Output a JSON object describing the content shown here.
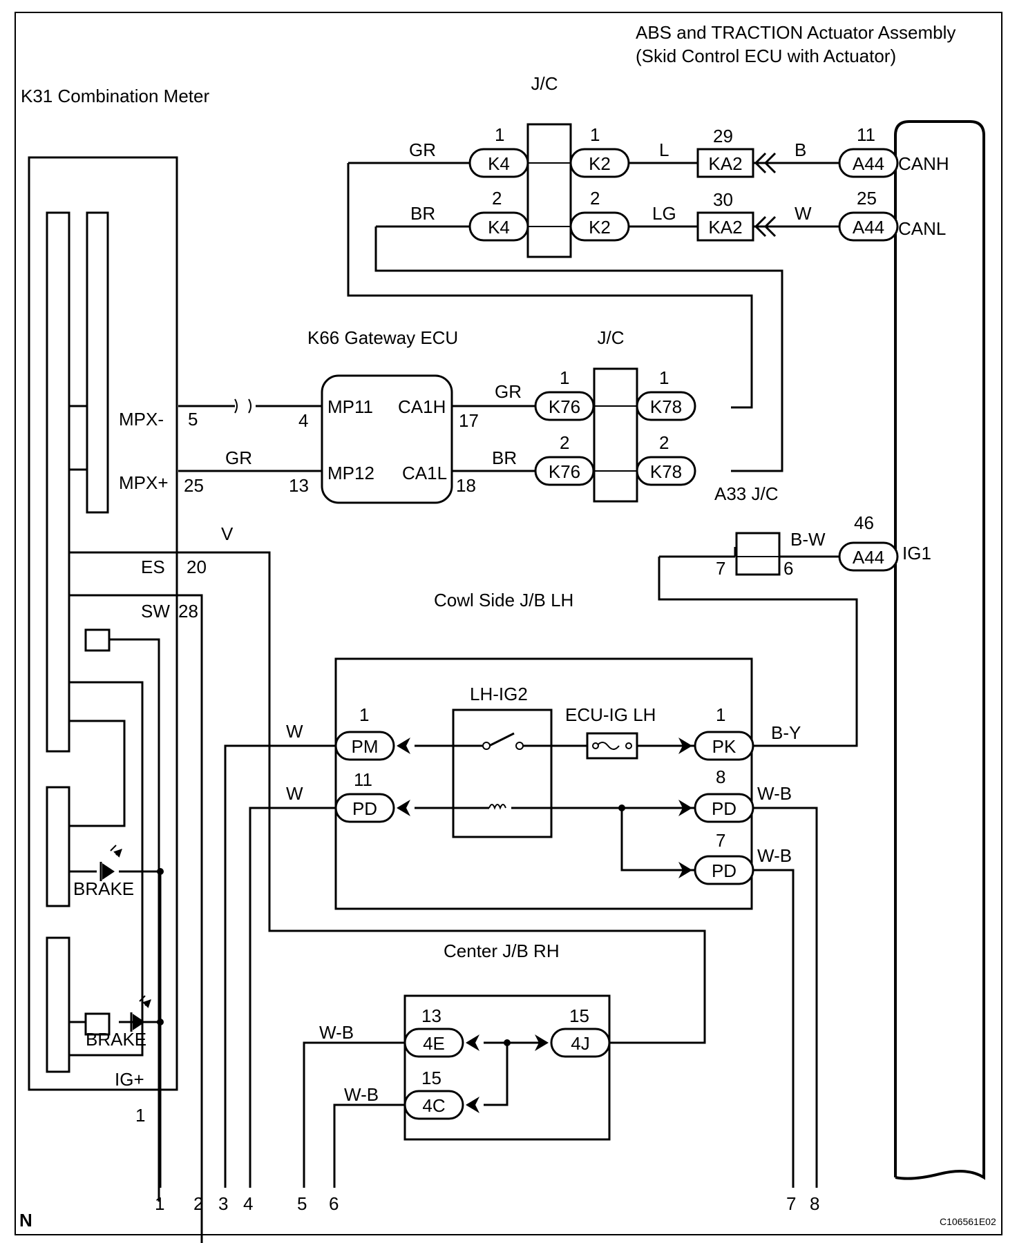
{
  "labels": {
    "abs_title1": "ABS and TRACTION Actuator Assembly",
    "abs_title2": "(Skid Control ECU with Actuator)",
    "k31": "K31 Combination Meter",
    "k66": "K66 Gateway ECU",
    "jc_top": "J/C",
    "jc_mid": "J/C",
    "a33": "A33 J/C",
    "cowl": "Cowl Side J/B LH",
    "center": "Center J/B RH",
    "lh_ig2": "LH-IG2",
    "ecu_ig": "ECU-IG LH",
    "canh": "CANH",
    "canl": "CANL",
    "ig1": "IG1",
    "mp11": "MP11",
    "mp12": "MP12",
    "ca1h": "CA1H",
    "ca1l": "CA1L",
    "mpx_minus": "MPX-",
    "mpx_plus": "MPX+",
    "es": "ES",
    "sw": "SW",
    "igplus": "IG+",
    "brake1": "BRAKE",
    "brake2": "BRAKE",
    "n": "N",
    "fig_id": "C106561E02"
  },
  "connectors": {
    "k4_1": "K4",
    "k4_2": "K4",
    "k2_1": "K2",
    "k2_2": "K2",
    "ka2_29": "KA2",
    "ka2_30": "KA2",
    "a44_11": "A44",
    "a44_25": "A44",
    "a44_46": "A44",
    "k76_1": "K76",
    "k76_2": "K76",
    "k78_1": "K78",
    "k78_2": "K78",
    "pm": "PM",
    "pk": "PK",
    "pd_11": "PD",
    "pd_8": "PD",
    "pd_7": "PD",
    "c4e": "4E",
    "c4j": "4J",
    "c4c": "4C"
  },
  "wires": {
    "gr_top": "GR",
    "br_top": "BR",
    "l": "L",
    "lg": "LG",
    "b": "B",
    "w_top": "W",
    "gr_gw": "GR",
    "br_gw": "BR",
    "gr_mpx": "GR",
    "v": "V",
    "bw": "B-W",
    "w_pm": "W",
    "w_pd": "W",
    "by": "B-Y",
    "wb_8": "W-B",
    "wb_7": "W-B",
    "wb_4e": "W-B",
    "wb_4c": "W-B"
  },
  "pins": {
    "k4_top": "1",
    "k2_top": "1",
    "ka2_top": "29",
    "a44_top": "11",
    "k4_bot": "2",
    "k2_bot": "2",
    "ka2_bot": "30",
    "a44_bot": "25",
    "k76_top": "1",
    "k78_top": "1",
    "k76_bot": "2",
    "k78_bot": "2",
    "mpx_minus": "5",
    "mpx_plus": "25",
    "mp11": "4",
    "mp12": "13",
    "ca1h": "17",
    "ca1l": "18",
    "es": "20",
    "sw": "28",
    "igplus": "1",
    "a44_ig1": "46",
    "a33_in": "7",
    "a33_out": "6",
    "pm": "1",
    "pk": "1",
    "pd_11": "11",
    "pd_8": "8",
    "pd_7": "7",
    "c4e": "13",
    "c4j": "15",
    "c4c": "15"
  },
  "ground_points": [
    "1",
    "2",
    "3",
    "4",
    "5",
    "6",
    "7",
    "8"
  ]
}
